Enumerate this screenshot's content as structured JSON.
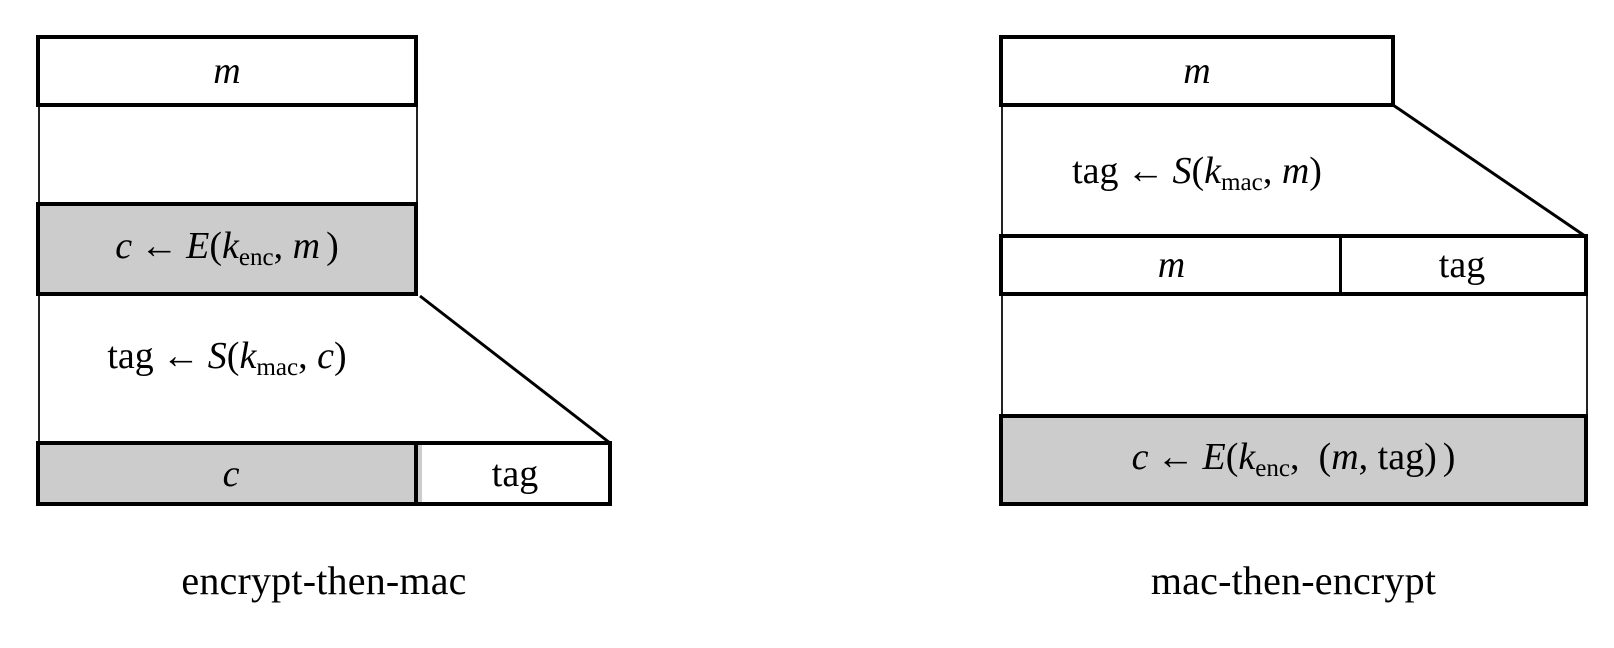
{
  "figure": {
    "type": "diagram",
    "subject": "authenticated-encryption-constructions",
    "background_color": "#ffffff",
    "line_color": "#000000",
    "shaded_fill": "#cccccc",
    "unshaded_fill": "#ffffff"
  },
  "panels": [
    {
      "id": "encrypt-then-mac",
      "caption": "encrypt-then-mac",
      "rows": [
        {
          "id": "etm-row-message",
          "kind": "box",
          "shaded": false,
          "cells": [
            {
              "id": "etm-cell-m",
              "label": "m",
              "style": "italic",
              "shaded": false
            }
          ]
        },
        {
          "id": "etm-row-encrypt",
          "kind": "box",
          "shaded": true,
          "cells": [
            {
              "id": "etm-cell-encrypt",
              "label": "c ← E(k_enc, m )",
              "parts": [
                {
                  "t": "c",
                  "s": "italic"
                },
                {
                  "t": "←",
                  "s": "arrow"
                },
                {
                  "t": "E",
                  "s": "italic"
                },
                {
                  "t": "(",
                  "s": "upright"
                },
                {
                  "t": "k",
                  "s": "italic"
                },
                {
                  "t": "enc",
                  "s": "subscript"
                },
                {
                  "t": ",",
                  "s": "upright"
                },
                {
                  "t": "m",
                  "s": "italic"
                },
                {
                  "t": ")",
                  "s": "upright"
                }
              ],
              "shaded": true
            }
          ]
        },
        {
          "id": "etm-row-mac-label",
          "kind": "free-label",
          "label": "tag ← S(k_mac, c)",
          "parts": [
            {
              "t": "tag",
              "s": "upright"
            },
            {
              "t": "←",
              "s": "arrow"
            },
            {
              "t": "S",
              "s": "italic"
            },
            {
              "t": "(",
              "s": "upright"
            },
            {
              "t": "k",
              "s": "italic"
            },
            {
              "t": "mac",
              "s": "subscript"
            },
            {
              "t": ",",
              "s": "upright"
            },
            {
              "t": "c",
              "s": "italic"
            },
            {
              "t": ")",
              "s": "upright"
            }
          ]
        },
        {
          "id": "etm-row-output",
          "kind": "box",
          "shaded": false,
          "cells": [
            {
              "id": "etm-cell-c",
              "label": "c",
              "style": "italic",
              "shaded": true
            },
            {
              "id": "etm-cell-tag",
              "label": "tag",
              "style": "upright",
              "shaded": false
            }
          ]
        }
      ]
    },
    {
      "id": "mac-then-encrypt",
      "caption": "mac-then-encrypt",
      "rows": [
        {
          "id": "mte-row-message",
          "kind": "box",
          "shaded": false,
          "cells": [
            {
              "id": "mte-cell-m",
              "label": "m",
              "style": "italic",
              "shaded": false
            }
          ]
        },
        {
          "id": "mte-row-mac-label",
          "kind": "free-label",
          "label": "tag ← S(k_mac, m)",
          "parts": [
            {
              "t": "tag",
              "s": "upright"
            },
            {
              "t": "←",
              "s": "arrow"
            },
            {
              "t": "S",
              "s": "italic"
            },
            {
              "t": "(",
              "s": "upright"
            },
            {
              "t": "k",
              "s": "italic"
            },
            {
              "t": "mac",
              "s": "subscript"
            },
            {
              "t": ",",
              "s": "upright"
            },
            {
              "t": "m",
              "s": "italic"
            },
            {
              "t": ")",
              "s": "upright"
            }
          ]
        },
        {
          "id": "mte-row-mtag",
          "kind": "box",
          "shaded": false,
          "cells": [
            {
              "id": "mte-cell-m2",
              "label": "m",
              "style": "italic",
              "shaded": false
            },
            {
              "id": "mte-cell-tag",
              "label": "tag",
              "style": "upright",
              "shaded": false
            }
          ]
        },
        {
          "id": "mte-row-encrypt",
          "kind": "box",
          "shaded": true,
          "cells": [
            {
              "id": "mte-cell-encrypt",
              "label": "c ← E(k_enc,  (m, tag) )",
              "parts": [
                {
                  "t": "c",
                  "s": "italic"
                },
                {
                  "t": "←",
                  "s": "arrow"
                },
                {
                  "t": "E",
                  "s": "italic"
                },
                {
                  "t": "(",
                  "s": "upright"
                },
                {
                  "t": "k",
                  "s": "italic"
                },
                {
                  "t": "enc",
                  "s": "subscript"
                },
                {
                  "t": ",",
                  "s": "upright"
                },
                {
                  "t": "(",
                  "s": "upright"
                },
                {
                  "t": "m",
                  "s": "italic"
                },
                {
                  "t": ",",
                  "s": "upright"
                },
                {
                  "t": "tag",
                  "s": "upright"
                },
                {
                  "t": ")",
                  "s": "upright"
                },
                {
                  "t": ")",
                  "s": "upright"
                }
              ],
              "shaded": true
            }
          ]
        }
      ]
    }
  ],
  "text": {
    "m": "m",
    "tag": "tag",
    "c": "c",
    "E": "E",
    "S": "S",
    "k": "k",
    "enc": "enc",
    "mac": "mac",
    "arrow": "←",
    "lparen": "(",
    "rparen": ")",
    "comma": ",",
    "caption_left": "encrypt-then-mac",
    "caption_right": "mac-then-encrypt"
  }
}
